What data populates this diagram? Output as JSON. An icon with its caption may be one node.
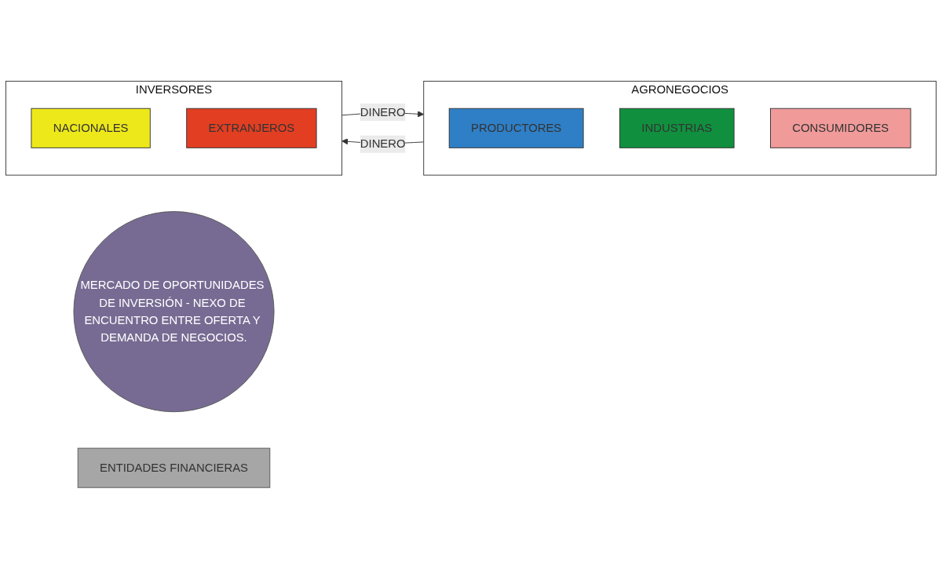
{
  "diagram": {
    "nodes": [
      {
        "text": [
          "AGRONEGOCIOS"
        ]
      },
      {
        "text": [
          "PRODUCTORES"
        ],
        "in": 0
      },
      {
        "text": [
          "INDUSTRIAS"
        ],
        "in": 0
      },
      {
        "text": [
          "CONSUMIDORES"
        ],
        "in": 0
      },
      {
        "text": [
          "MERCADO DE OPORTUNIDADES DE INVERSIÓN - NEXO DE ENCUENTRO ENTRE OFERTA Y DEMANDA DE NEGOCIOS."
        ]
      },
      {
        "text": [
          "INVERSORES"
        ]
      },
      {
        "text": [
          "NACIONALES"
        ],
        "in": 5
      },
      {
        "text": [
          "EXTRANJEROS"
        ],
        "in": 5
      },
      {
        "text": [
          "ENTIDADES FINANCIERAS"
        ]
      }
    ],
    "edges": [
      {
        "from": 5,
        "to": 0,
        "arrow": "to",
        "label": "DINERO"
      },
      {
        "from": 0,
        "to": 5,
        "arrow": "to",
        "label": "DINERO"
      }
    ]
  }
}
